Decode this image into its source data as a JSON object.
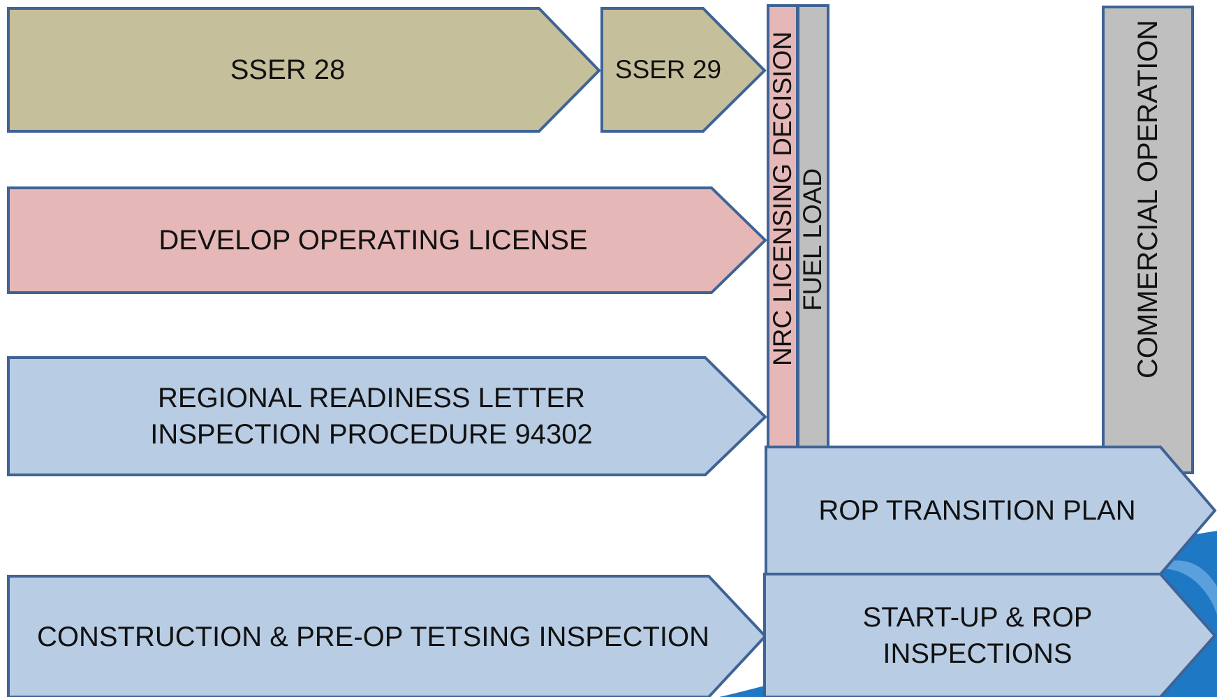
{
  "colors": {
    "olive": "#c5bf9b",
    "pink": "#e5b8b7",
    "blue": "#b8cce4",
    "gray": "#bfbfbf",
    "stroke": "#3f6395",
    "accent": "#1f78c4"
  },
  "arrows": {
    "sser28": "SSER 28",
    "sser29": "SSER 29",
    "develop": "DEVELOP OPERATING LICENSE",
    "regional_line1": "REGIONAL READINESS LETTER",
    "regional_line2": "INSPECTION PROCEDURE 94302",
    "construction": "CONSTRUCTION & PRE-OP TETSING INSPECTION",
    "rop_transition": "ROP TRANSITION PLAN",
    "startup_line1": "START-UP & ROP",
    "startup_line2": "INSPECTIONS"
  },
  "milestones": {
    "nrc": "NRC LICENSING DECISION",
    "fuel": "FUEL LOAD",
    "commercial": "COMMERCIAL OPERATION"
  }
}
